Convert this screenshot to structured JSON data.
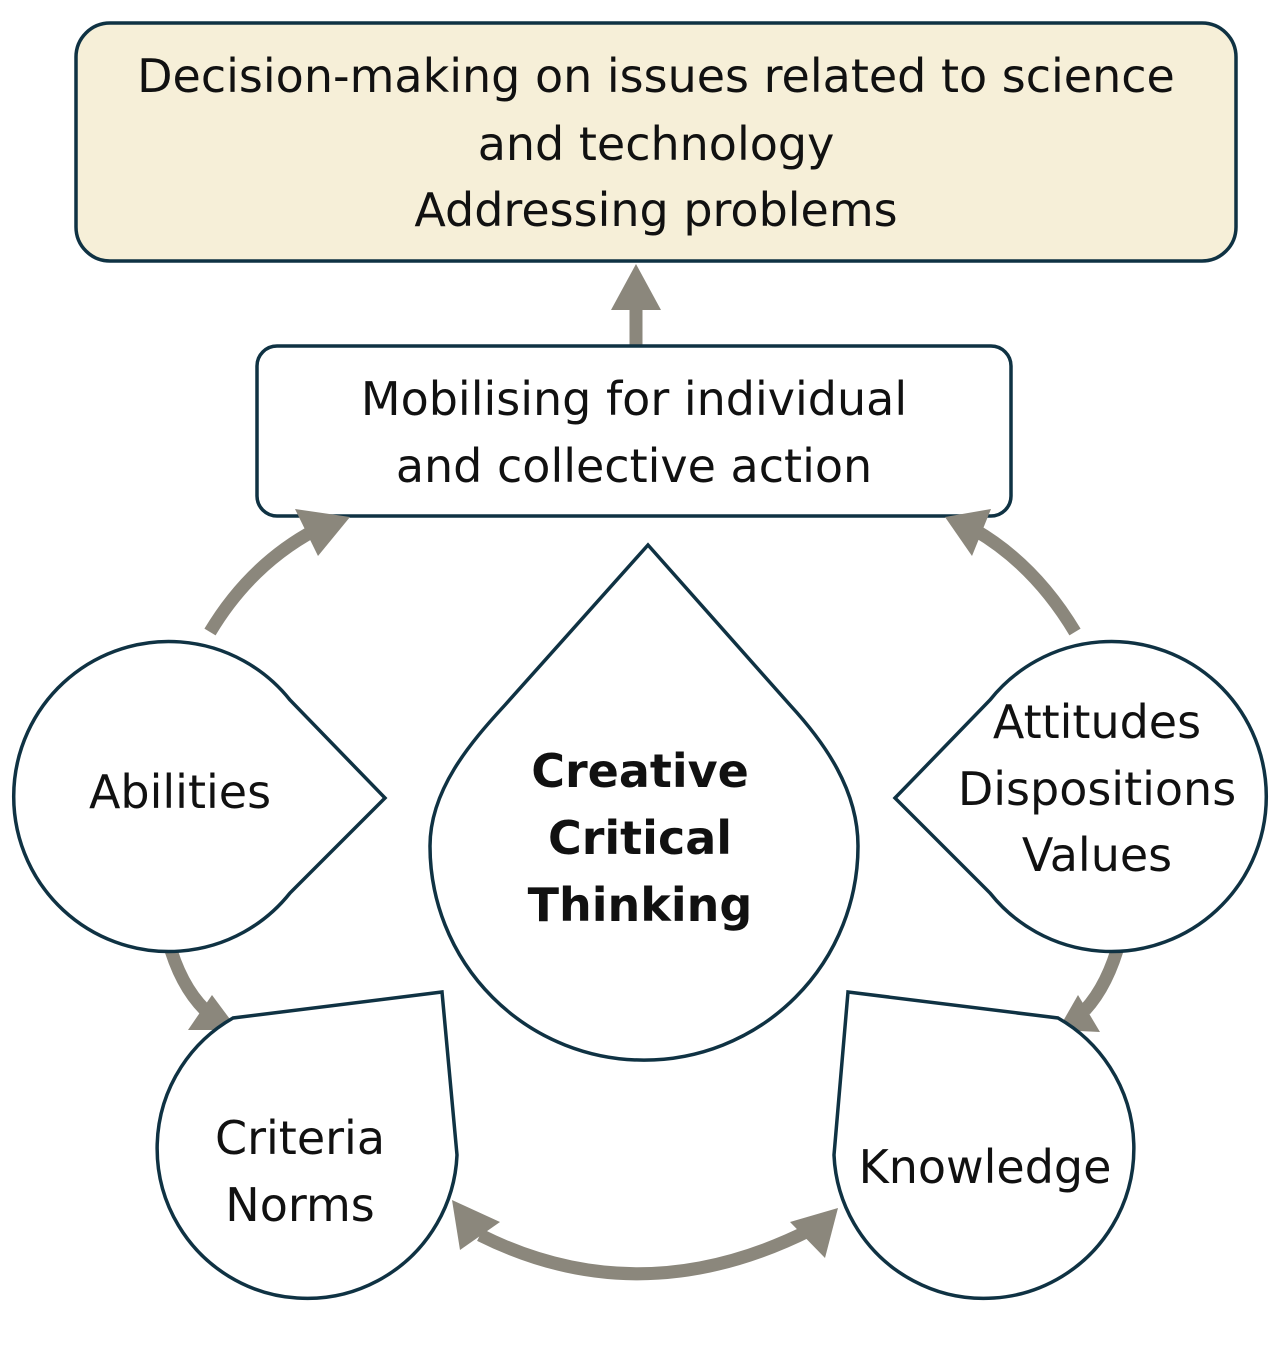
{
  "diagram": {
    "goal_box": {
      "line1": "Decision-making on issues related to science",
      "line2": "and technology",
      "line3": "Addressing problems"
    },
    "action_box": {
      "line1": "Mobilising for individual",
      "line2": "and collective action"
    },
    "center": {
      "line1": "Creative",
      "line2": "Critical",
      "line3": "Thinking"
    },
    "abilities": {
      "line1": "Abilities"
    },
    "attitudes": {
      "line1": "Attitudes",
      "line2": "Dispositions",
      "line3": "Values"
    },
    "criteria": {
      "line1": "Criteria",
      "line2": "Norms"
    },
    "knowledge": {
      "line1": "Knowledge"
    },
    "colors": {
      "goal_fill": "#f6efd8",
      "outline": "#0f3243",
      "arrow": "#8b877c"
    }
  }
}
